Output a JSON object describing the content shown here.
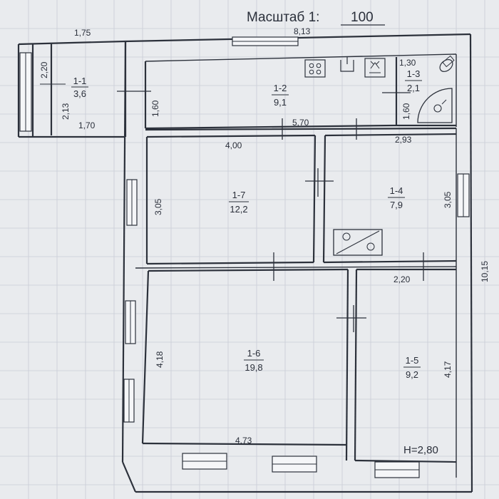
{
  "header": {
    "scale_label": "Масштаб 1:",
    "scale_value": "100"
  },
  "rooms": [
    {
      "id": "1-1",
      "area": "3,6"
    },
    {
      "id": "1-2",
      "area": "9,1"
    },
    {
      "id": "1-3",
      "area": "2,1"
    },
    {
      "id": "1-4",
      "area": "7,9"
    },
    {
      "id": "1-5",
      "area": "9,2"
    },
    {
      "id": "1-6",
      "area": "19,8"
    },
    {
      "id": "1-7",
      "area": "12,2"
    }
  ],
  "dimensions": {
    "porch_top": "1,75",
    "porch_left": "2,20",
    "porch_inner_left": "2,13",
    "porch_bottom": "1,70",
    "overall_width": "8,13",
    "overall_height": "10,15",
    "kitchen_height": "1,60",
    "kitchen_width": "5,70",
    "bath_width": "1,30",
    "bath_height": "1,60",
    "room7_width": "4,00",
    "room7_height": "3,05",
    "room4_width": "2,93",
    "room4_height": "3,05",
    "room5_width": "2,20",
    "room5_height": "4,17",
    "room6_height": "4,18",
    "room6_width": "4,73",
    "ceiling_height": "H=2,80"
  }
}
